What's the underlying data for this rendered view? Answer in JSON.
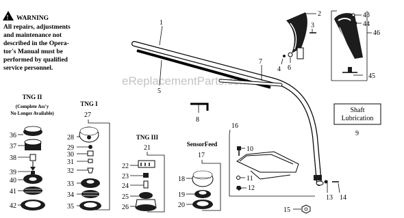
{
  "warning": {
    "title": "WARNING",
    "lines": [
      "All repairs, adjustments",
      "and maintenance not",
      "described in the Opera-",
      "tor's Manual must be",
      "performed by qualified",
      "service personnel."
    ]
  },
  "watermark": "eReplacementParts.com",
  "groups": {
    "tng2_title": "TNG II",
    "tng2_sub1": "(Complete Ass'y",
    "tng2_sub2": "No Longer Available)",
    "tng1_title": "TNG I",
    "tng1_num": "27",
    "tng3_title": "TNG III",
    "tng3_num": "21",
    "sensor_title": "SensorFeed",
    "sensor_num": "17",
    "shaft_box_line1": "Shaft",
    "shaft_box_line2": "Lubrication",
    "shaft_box_num": "9"
  },
  "part_numbers": {
    "p1": "1",
    "p2": "2",
    "p3": "3",
    "p4": "4",
    "p5": "5",
    "p6": "6",
    "p7": "7",
    "p8": "8",
    "p10": "10",
    "p11": "11",
    "p12": "12",
    "p13": "13",
    "p14": "14",
    "p15": "15",
    "p16": "16",
    "p18": "18",
    "p19": "19",
    "p20": "20",
    "p22": "22",
    "p23": "23",
    "p24": "24",
    "p25": "25",
    "p26": "26",
    "p28": "28",
    "p29": "29",
    "p30": "30",
    "p31": "31",
    "p32": "32",
    "p33": "33",
    "p34": "34",
    "p35": "35",
    "p36": "36",
    "p37": "37",
    "p38": "38",
    "p39": "39",
    "p40": "40",
    "p41": "41",
    "p42": "42",
    "p43": "43",
    "p44": "44",
    "p45": "45",
    "p46": "46"
  }
}
